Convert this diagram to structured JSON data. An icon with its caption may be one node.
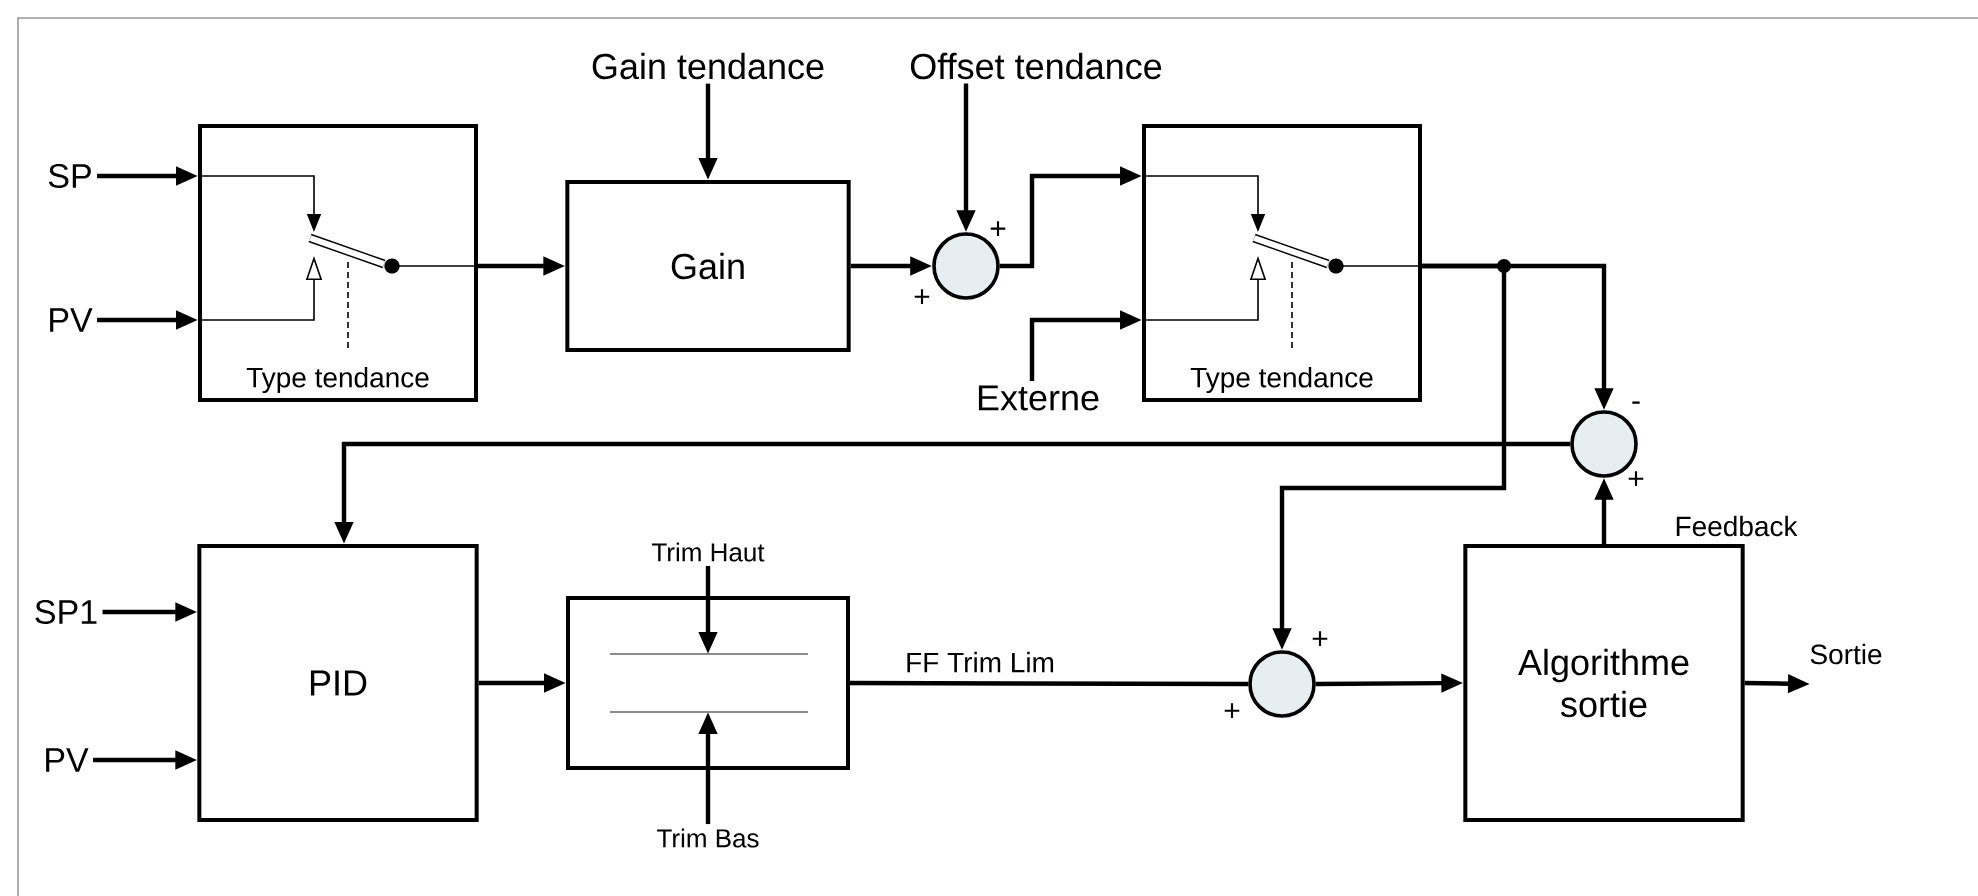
{
  "diagram": {
    "nodes": [
      {
        "text": [
          "SP"
        ]
      },
      {
        "text": [
          "PV"
        ]
      },
      {
        "text": [
          "Type tendance"
        ]
      },
      {
        "text": [
          "Gain tendance"
        ]
      },
      {
        "text": [
          "Gain"
        ]
      },
      {
        "text": [],
        "shape": "circle",
        "beside": [
          "+",
          "+"
        ]
      },
      {
        "text": [
          "Offset tendance"
        ]
      },
      {
        "text": [
          "Externe"
        ]
      },
      {
        "text": [
          "Type tendance"
        ]
      },
      {
        "text": [],
        "shape": "circle",
        "beside": [
          "-",
          "+"
        ]
      },
      {
        "text": [
          "SP1"
        ]
      },
      {
        "text": [
          "PV"
        ]
      },
      {
        "text": [
          "PID"
        ]
      },
      {
        "text": [],
        "shape": "box"
      },
      {
        "text": [
          "Trim Haut"
        ]
      },
      {
        "text": [
          "Trim Bas"
        ]
      },
      {
        "text": [],
        "shape": "circle",
        "beside": [
          "+",
          "+"
        ]
      },
      {
        "text": [
          "Algorithme sortie"
        ]
      }
    ],
    "edges": [
      {
        "from": 0,
        "to": 2,
        "arrow": "to"
      },
      {
        "from": 1,
        "to": 2,
        "arrow": "to"
      },
      {
        "from": 2,
        "to": 4,
        "arrow": "to"
      },
      {
        "from": 3,
        "to": 4,
        "arrow": "to"
      },
      {
        "from": 4,
        "to": 5,
        "arrow": "to"
      },
      {
        "from": 6,
        "to": 5,
        "arrow": "to"
      },
      {
        "from": 5,
        "to": 8,
        "arrow": "to"
      },
      {
        "from": 7,
        "to": 8,
        "arrow": "to"
      },
      {
        "from": 8,
        "to": 9,
        "arrow": "to"
      },
      {
        "from": 8,
        "to": 16,
        "arrow": "to"
      },
      {
        "from": 9,
        "to": 12,
        "arrow": "to"
      },
      {
        "from": 10,
        "to": 12,
        "arrow": "to"
      },
      {
        "from": 11,
        "to": 12,
        "arrow": "to"
      },
      {
        "from": 12,
        "to": 13,
        "arrow": "to"
      },
      {
        "from": 14,
        "to": 13,
        "arrow": "to"
      },
      {
        "from": 15,
        "to": 13,
        "arrow": "to"
      },
      {
        "from": 13,
        "to": 16,
        "arrow": "none",
        "label": "FF Trim Lim"
      },
      {
        "from": 16,
        "to": 17,
        "arrow": "to"
      },
      {
        "from": 17,
        "to": 9,
        "arrow": "to",
        "label": "Feedback"
      },
      {
        "from": 17,
        "to": null,
        "arrow": "to",
        "label": "Sortie"
      }
    ]
  }
}
